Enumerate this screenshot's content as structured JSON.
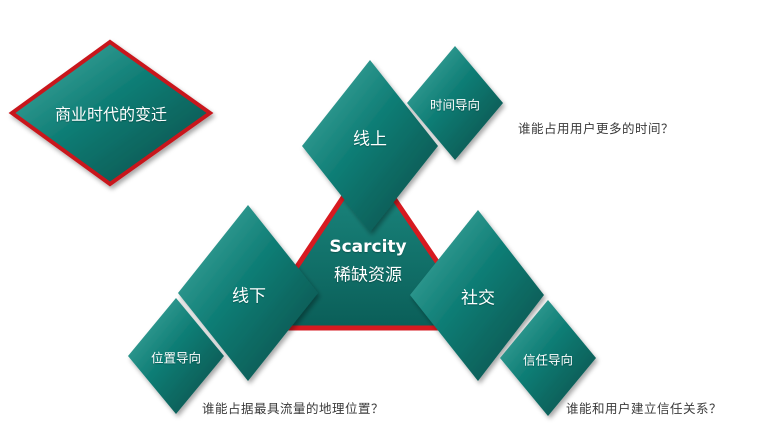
{
  "title": "商业时代的变迁",
  "center": {
    "line1": "Scarcity",
    "line2": "稀缺资源"
  },
  "nodes": {
    "online": "线上",
    "offline": "线下",
    "social": "社交"
  },
  "tags": {
    "time": "时间导向",
    "location": "位置导向",
    "trust": "信任导向"
  },
  "questions": {
    "time": "谁能占用用户更多的时间？",
    "location": "谁能占据最具流量的地理位置？",
    "trust": "谁能和用户建立信任关系？"
  },
  "colors": {
    "teal_light": "#3fa39a",
    "teal_mid": "#0f7a72",
    "teal_dark": "#07504b",
    "red_border": "#d71a20",
    "text_dark": "#3a3a3a"
  }
}
